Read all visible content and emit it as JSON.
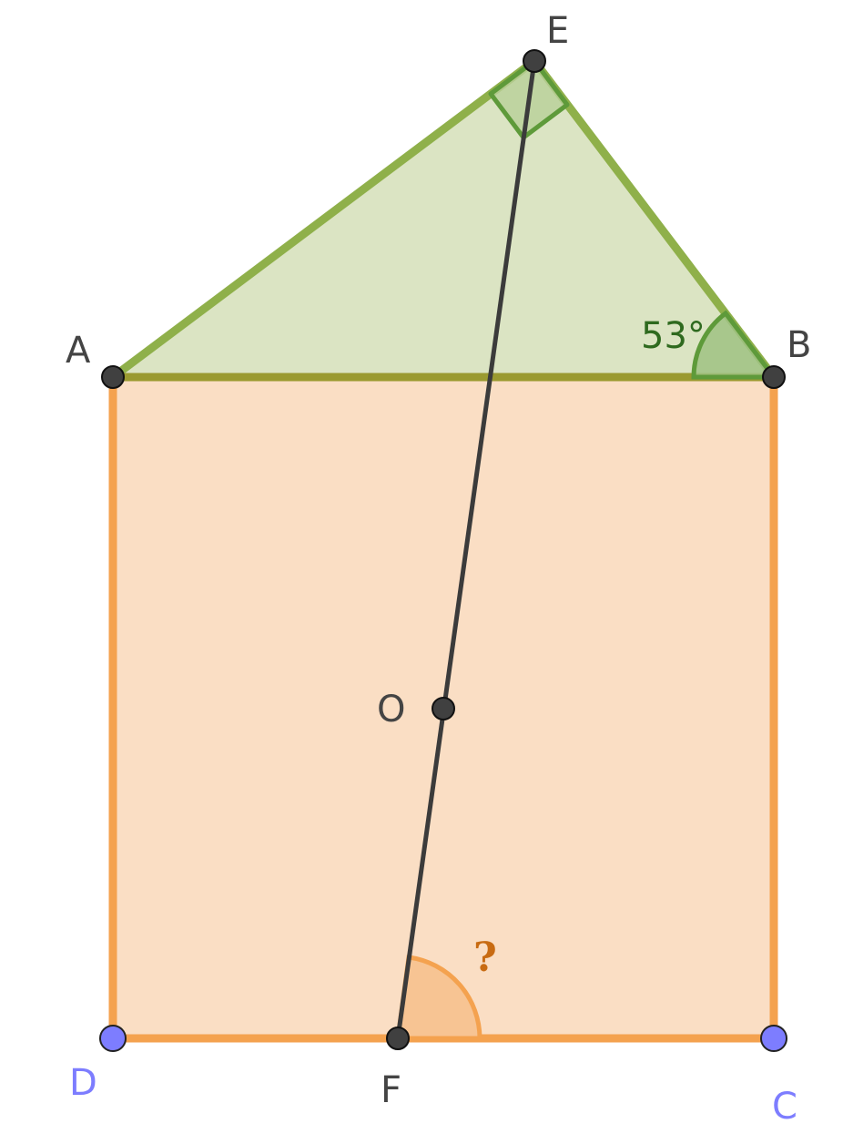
{
  "points": {
    "A": "A",
    "B": "B",
    "C": "C",
    "D": "D",
    "E": "E",
    "F": "F",
    "O": "O"
  },
  "angle_label_B": "53°",
  "angle_label_F": "?",
  "colors": {
    "triangle_fill": "#d9e3c0",
    "triangle_stroke": "#8fb04a",
    "rectangle_fill": "#fadec4",
    "rectangle_stroke": "#f4a24f",
    "segment": "#3b3b3b",
    "point_dark": "#404040",
    "point_blue": "#7d7dff"
  }
}
